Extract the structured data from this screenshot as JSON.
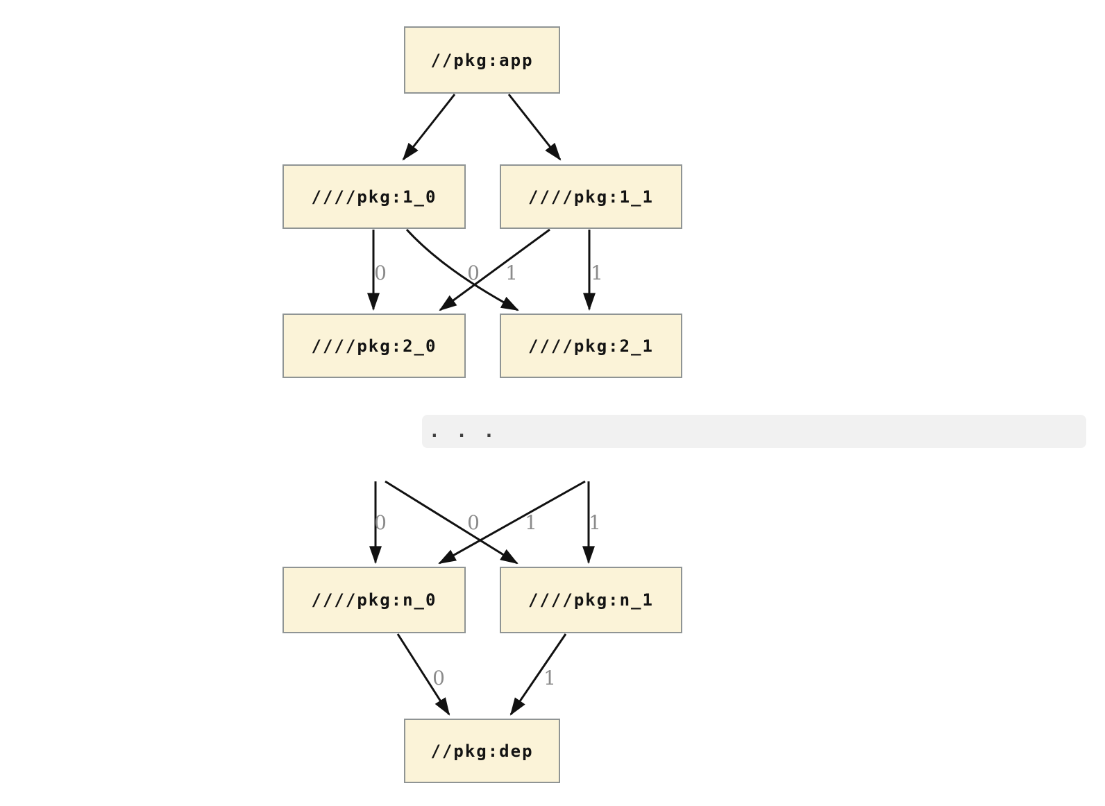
{
  "diagram": {
    "kind": "dependency-graph",
    "nodes": [
      {
        "id": "app",
        "label": "//pkg:app"
      },
      {
        "id": "1_0",
        "label": "////pkg:1_0"
      },
      {
        "id": "1_1",
        "label": "////pkg:1_1"
      },
      {
        "id": "2_0",
        "label": "////pkg:2_0"
      },
      {
        "id": "2_1",
        "label": "////pkg:2_1"
      },
      {
        "id": "n_0",
        "label": "////pkg:n_0"
      },
      {
        "id": "n_1",
        "label": "////pkg:n_1"
      },
      {
        "id": "dep",
        "label": "//pkg:dep"
      }
    ],
    "edges": [
      {
        "from": "app",
        "to": "1_0",
        "label": ""
      },
      {
        "from": "app",
        "to": "1_1",
        "label": ""
      },
      {
        "from": "1_0",
        "to": "2_0",
        "label": "0"
      },
      {
        "from": "1_1",
        "to": "2_0",
        "label": "0"
      },
      {
        "from": "1_0",
        "to": "2_1",
        "label": "1"
      },
      {
        "from": "1_1",
        "to": "2_1",
        "label": "1"
      },
      {
        "from": "...",
        "to": "n_0",
        "label": "0"
      },
      {
        "from": "...",
        "to": "n_0",
        "label": "0"
      },
      {
        "from": "...",
        "to": "n_1",
        "label": "1"
      },
      {
        "from": "...",
        "to": "n_1",
        "label": "1"
      },
      {
        "from": "n_0",
        "to": "dep",
        "label": "0"
      },
      {
        "from": "n_1",
        "to": "dep",
        "label": "1"
      }
    ],
    "ellipsis": ". . .",
    "colors": {
      "bg": "#ffffff",
      "node-fill": "#fbf3d8",
      "node-border": "#8f9494",
      "node-text": "#131313",
      "edge-color": "#111111",
      "edge-label-color": "#8b8b8b",
      "band-fill": "#f1f1f1",
      "dots-color": "#3d3d3d"
    }
  }
}
